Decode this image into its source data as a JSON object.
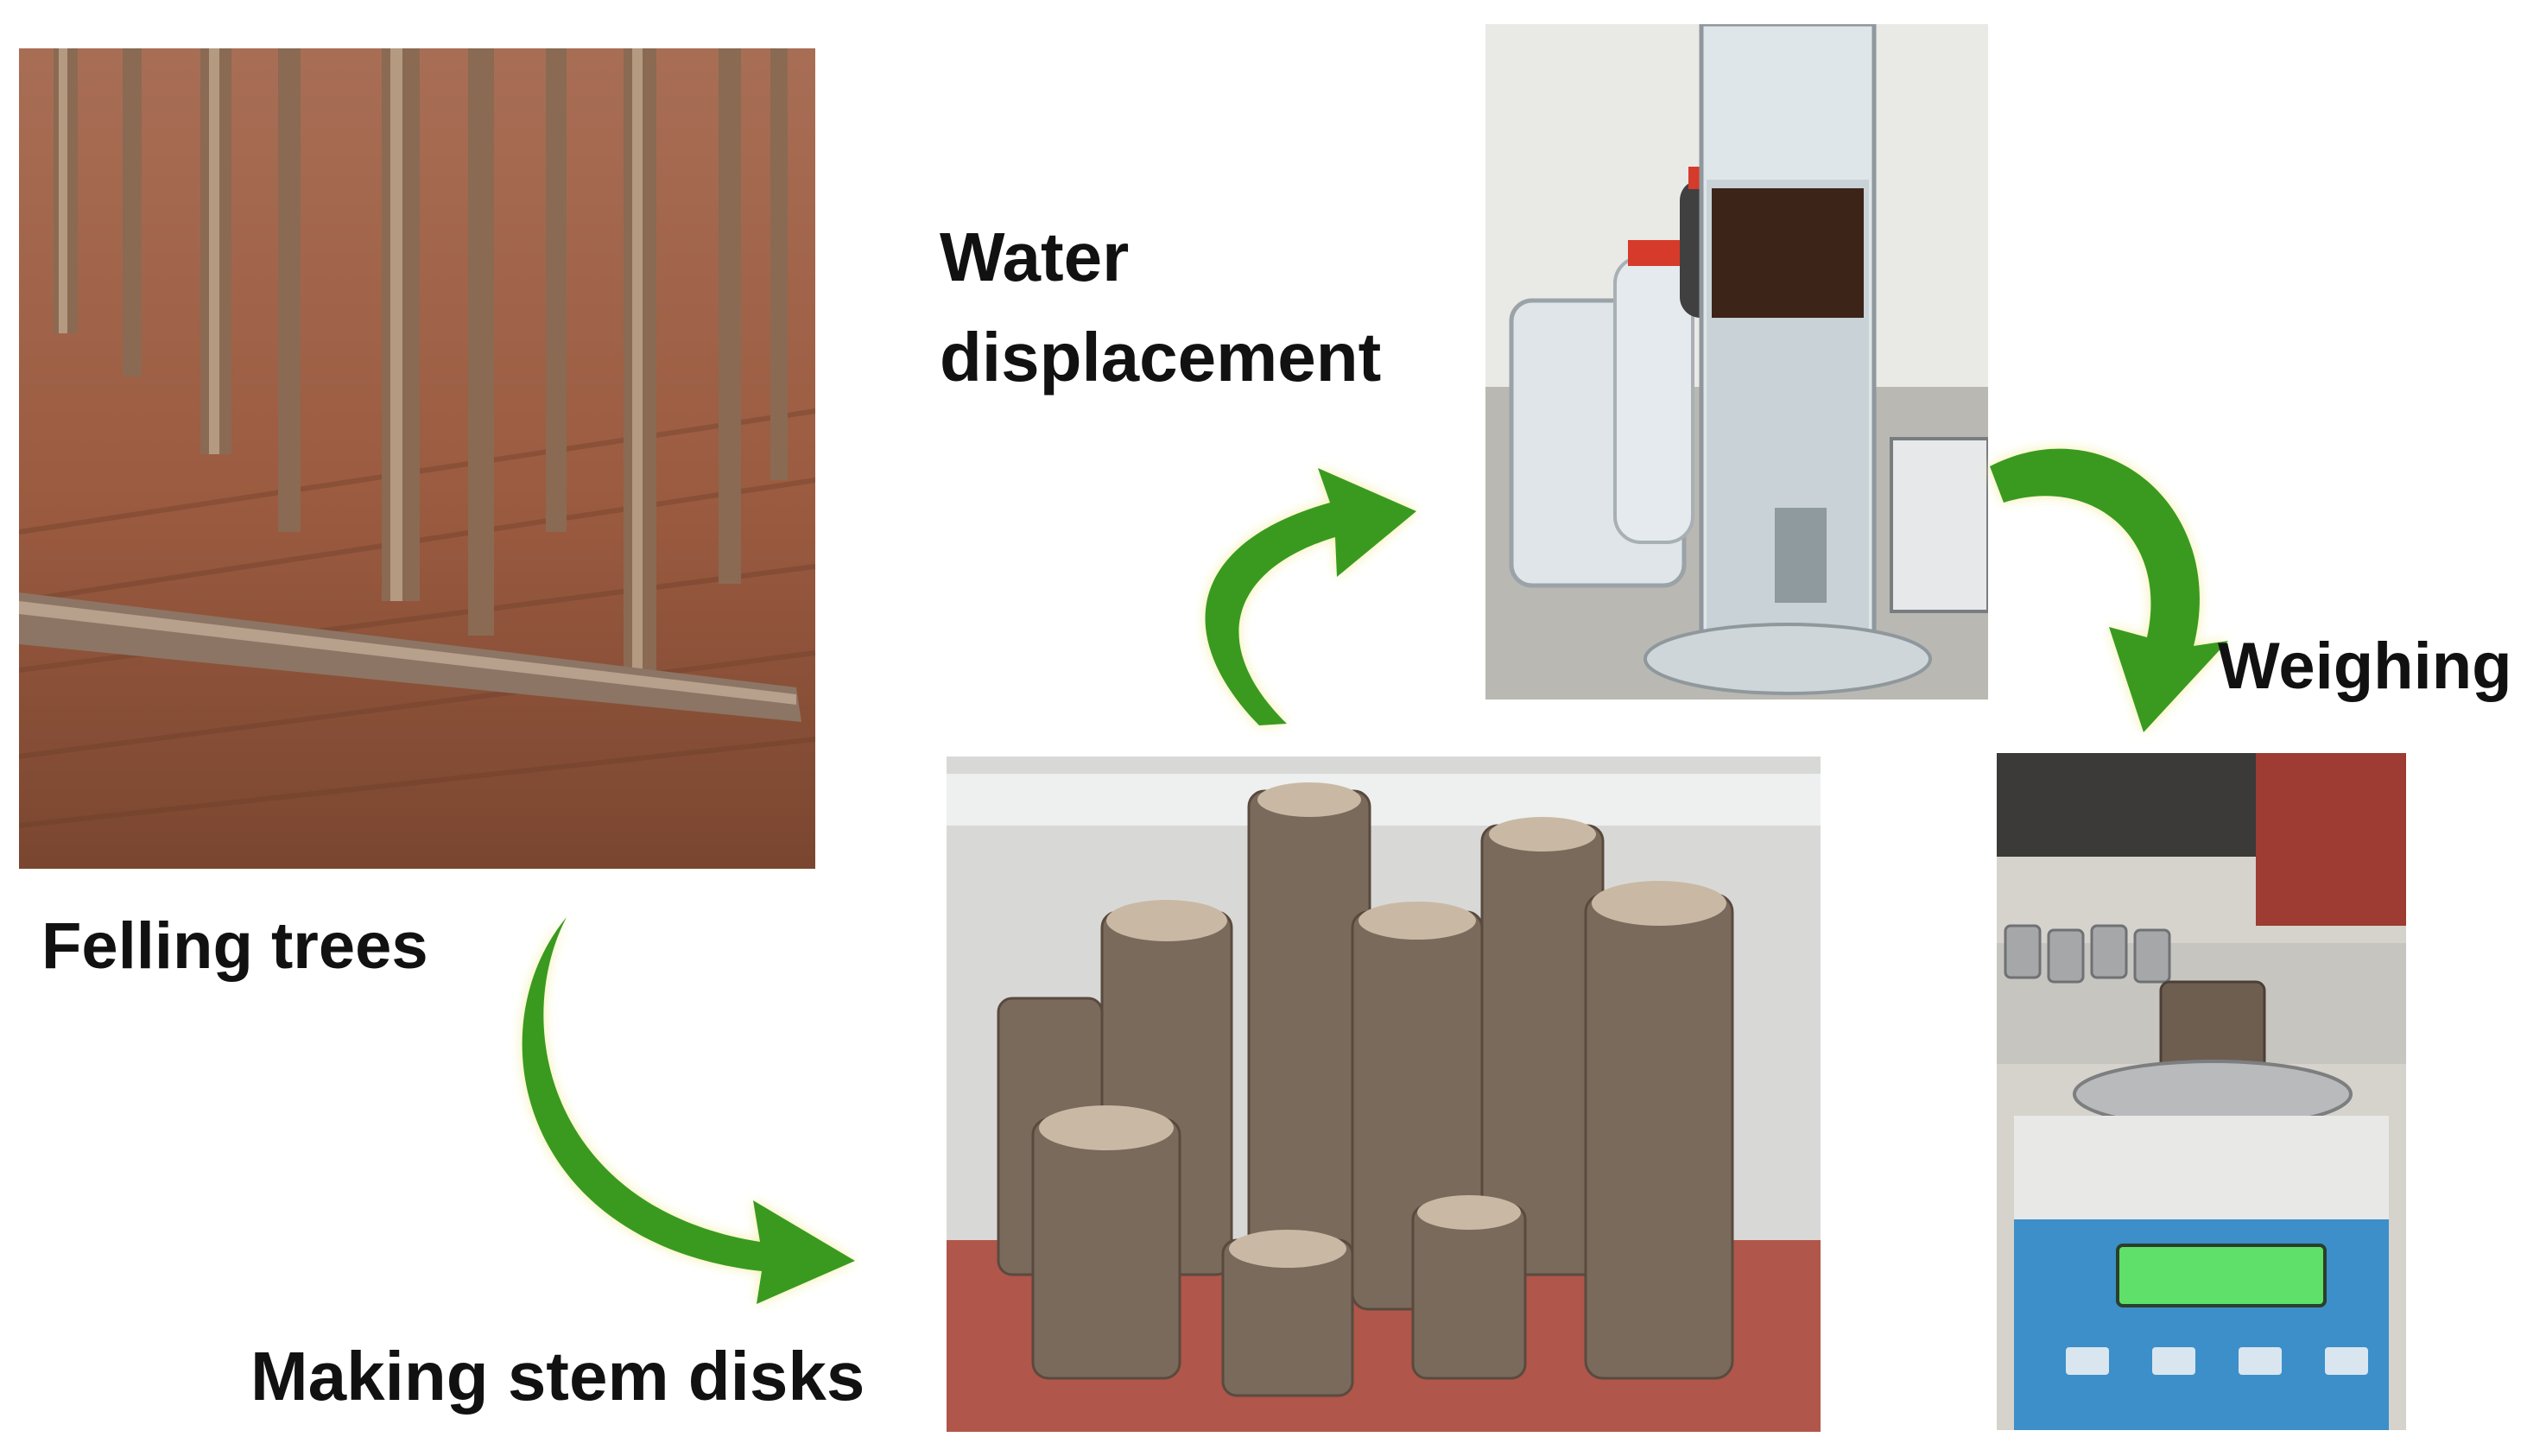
{
  "steps": {
    "felling": {
      "label": "Felling trees"
    },
    "water_displacement": {
      "label_line1": "Water",
      "label_line2": "displacement"
    },
    "making_disks": {
      "label": "Making stem disks"
    },
    "weighing": {
      "label": "Weighing"
    }
  },
  "icons": {
    "flow_arrow": "curved-green-arrow-icon"
  },
  "colors": {
    "arrow_green": "#3a9a1f",
    "arrow_glow": "#f4f0a8",
    "label_text": "#111111"
  }
}
